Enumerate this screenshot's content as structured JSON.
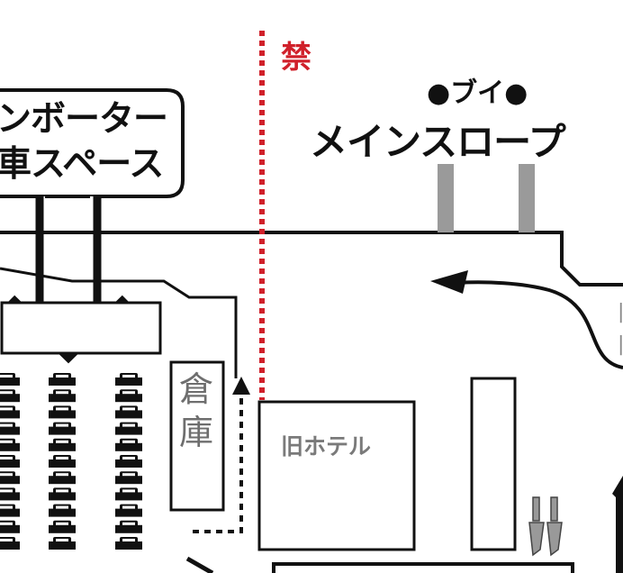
{
  "callout": {
    "line1": "ンボーター",
    "line2": "車スペース"
  },
  "no_entry_label": "禁",
  "buy_label": "●ブイ●",
  "main_slope_label": "メインスロープ",
  "old_hotel_label": "旧ホテル",
  "warehouse_label": "倉\n庫",
  "right_edge": {
    "glyph1": "|",
    "glyph2": "|"
  },
  "parking": {
    "columns": 3,
    "cars_per_column": 11
  },
  "colors": {
    "line": "#111111",
    "no_entry": "#d0202a",
    "pillar": "#9a9a9a",
    "muted_text": "#7a7a7a"
  }
}
